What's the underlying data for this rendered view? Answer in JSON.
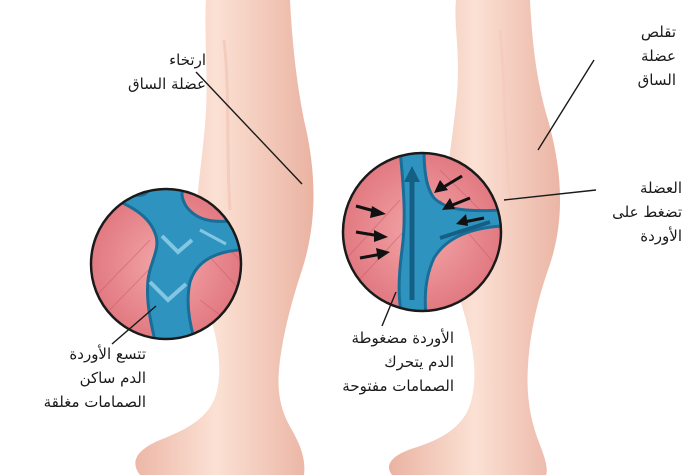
{
  "labels": {
    "relax": [
      "ارتخاء",
      "عضلة الساق"
    ],
    "contract": [
      "تقلص",
      "عضلة",
      "الساق"
    ],
    "press": [
      "العضلة",
      "تضغط على",
      "الأوردة"
    ],
    "closed": [
      "تتسع الأوردة",
      "الدم ساكن",
      "الصمامات مغلقة"
    ],
    "open": [
      "الأوردة مضغوطة",
      "الدم يتحرك",
      "الصمامات مفتوحة"
    ]
  },
  "colors": {
    "skin": "#f7d4c6",
    "skin_shadow": "#e9b3a2",
    "muscle": "#e9838a",
    "vein": "#2d8db8",
    "vein_dark": "#145f86",
    "arrow": "#111111"
  }
}
